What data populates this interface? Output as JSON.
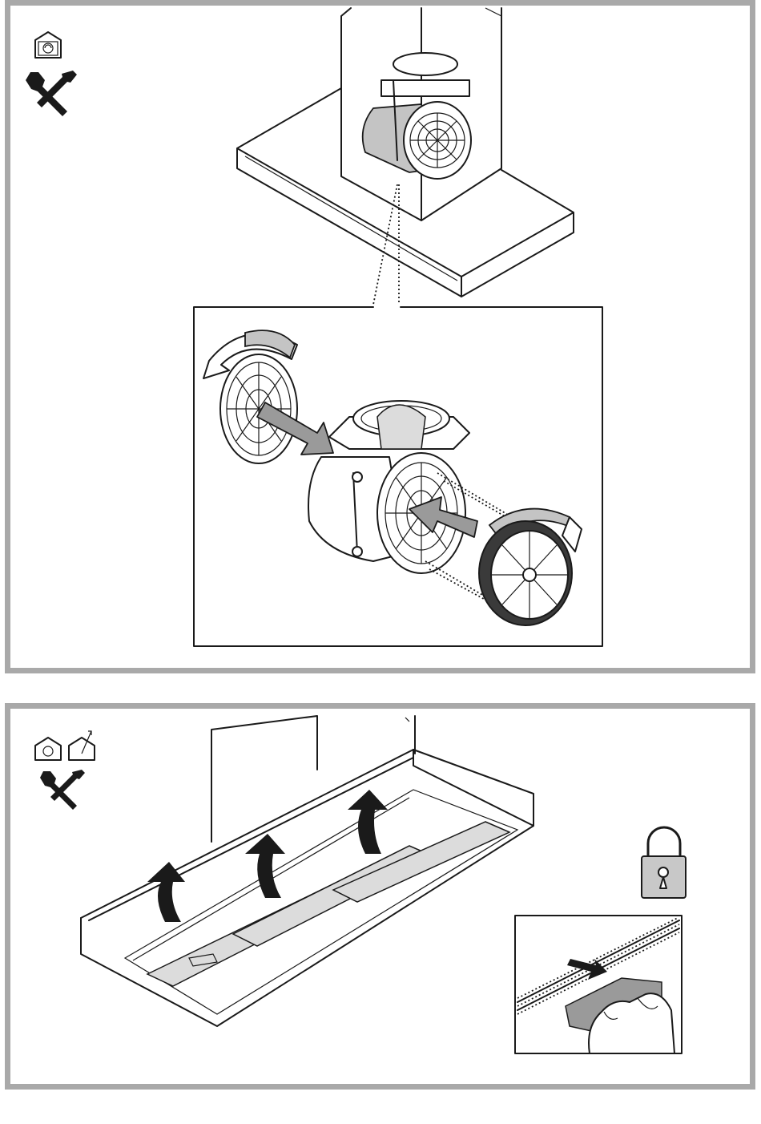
{
  "page": {
    "background": "#ffffff",
    "frame_color": "#a9a9a9"
  },
  "panels": [
    {
      "id": "recirculation-filter-replacement",
      "icons": [
        "recirculation-mode-icon",
        "tools-icon"
      ],
      "illustration": "chimney-hood-motor-with-carbon-filters-rotated-onto-fan-housing"
    },
    {
      "id": "grease-filter-installation",
      "icons": [
        "recirculation-mode-icon",
        "extraction-mode-icon",
        "tools-icon",
        "padlock-icon"
      ],
      "illustration": "hood-underside-with-three-grease-filters-pushed-up-and-latch-detail"
    }
  ]
}
